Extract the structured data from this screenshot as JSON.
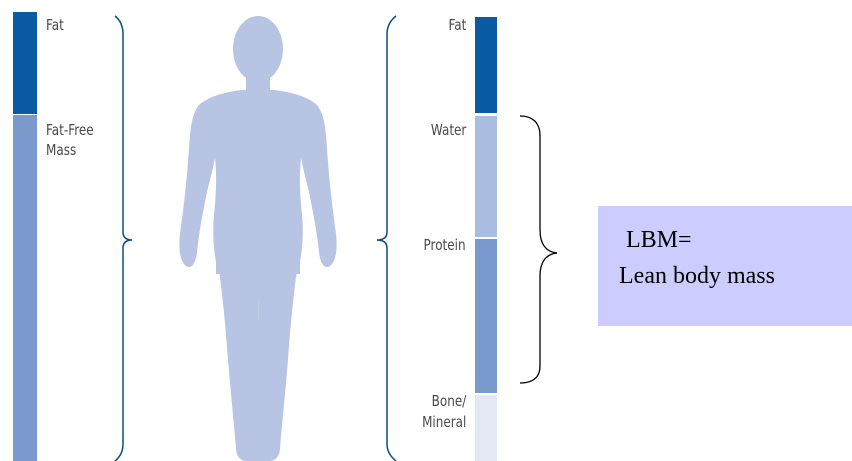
{
  "left_column": {
    "labels": {
      "fat": "Fat",
      "fat_free_line1": "Fat-Free",
      "fat_free_line2": "Mass"
    }
  },
  "right_column": {
    "labels": {
      "fat": "Fat",
      "water": "Water",
      "protein": "Protein",
      "bone_line1": "Bone/",
      "bone_line2": "Mineral"
    }
  },
  "lbm_box": {
    "line1": "LBM=",
    "line2": "Lean body mass"
  },
  "colors": {
    "fat": "#0a5ba3",
    "fat_free": "#7a99cc",
    "water": "#a8bde0",
    "protein": "#7a99cc",
    "bone_mineral": "#e4e8f4",
    "silhouette": "#b7c4e4",
    "bracket": "#0c4f7e",
    "lbm_box": "#ccccff"
  }
}
